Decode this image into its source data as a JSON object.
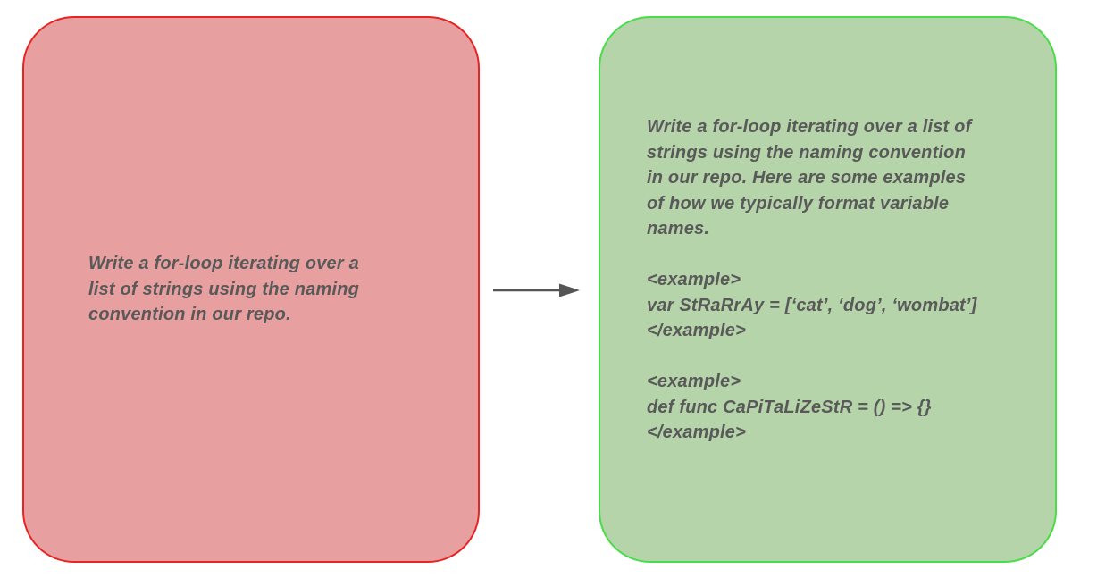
{
  "diagram": {
    "left_box": {
      "lines": [
        "Write a for-loop iterating over a",
        "list of strings using the naming",
        "convention in our repo."
      ],
      "fill": "#e89f9f",
      "border_color": "#e62424"
    },
    "right_box": {
      "lines": [
        "Write a for-loop iterating over a list of",
        "strings using the naming convention",
        "in our repo. Here are some examples",
        "of how we typically format variable",
        "names.",
        "",
        "<example>",
        "var StRaRrAy = [‘cat’, ‘dog’, ‘wombat’]",
        "</example>",
        "",
        "<example>",
        "def func CaPiTaLiZeStR = () => {}",
        "</example>"
      ],
      "fill": "#b6d4aa",
      "border_color": "#47dd47"
    },
    "arrow_color": "#555555",
    "text_color": "#595959",
    "background": "#ffffff"
  }
}
